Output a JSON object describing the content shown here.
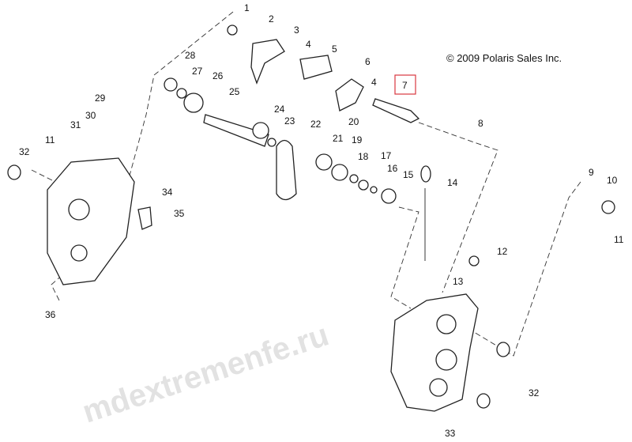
{
  "copyright": "© 2009 Polaris Sales Inc.",
  "watermark": "mdextremenfe.ru",
  "highlight_color": "#d9373f",
  "callouts": {
    "c1": "1",
    "c2": "2",
    "c3": "3",
    "c4a": "4",
    "c5": "5",
    "c6": "6",
    "c4b": "4",
    "c7": "7",
    "c8": "8",
    "c28": "28",
    "c27": "27",
    "c26": "26",
    "c25": "25",
    "c24": "24",
    "c23": "23",
    "c22": "22",
    "c21": "21",
    "c19": "19",
    "c20": "20",
    "c18": "18",
    "c17": "17",
    "c16": "16",
    "c15": "15",
    "c14": "14",
    "c29": "29",
    "c30": "30",
    "c31": "31",
    "c11a": "11",
    "c32a": "32",
    "c34": "34",
    "c35": "35",
    "c36": "36",
    "c12": "12",
    "c13": "13",
    "c32b": "32",
    "c33": "33",
    "c9": "9",
    "c10": "10",
    "c11b": "11"
  }
}
